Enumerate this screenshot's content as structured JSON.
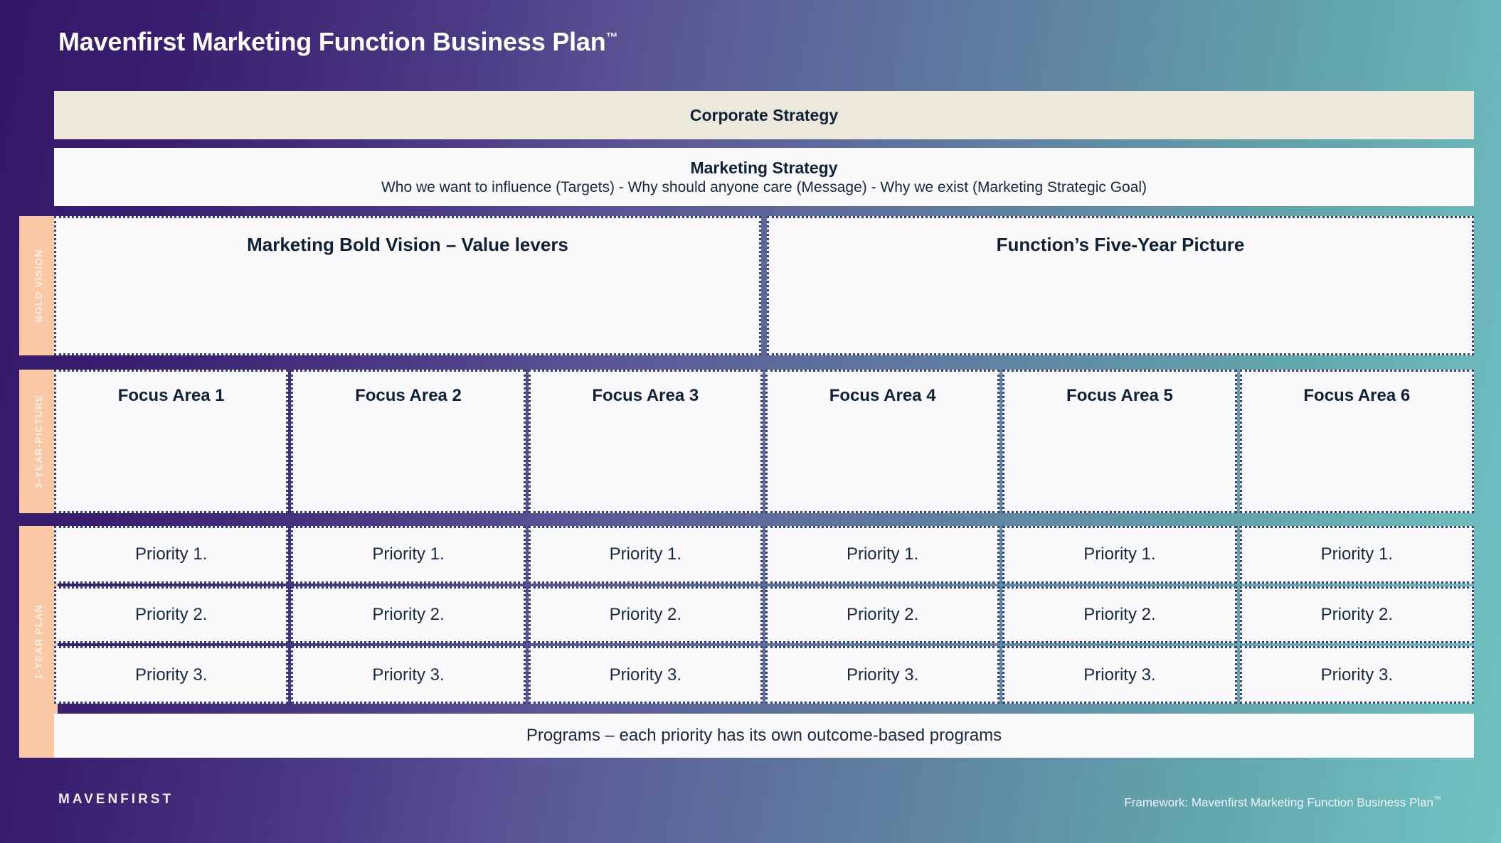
{
  "header": {
    "title": "Mavenfirst Marketing Function Business Plan",
    "trademark": "™"
  },
  "rails": [
    {
      "label": "BOLD VISION"
    },
    {
      "label": "3-YEAR-PICTURE"
    },
    {
      "label": "1-YEAR PLAN"
    }
  ],
  "corporate": {
    "label": "Corporate Strategy"
  },
  "marketing": {
    "title": "Marketing Strategy",
    "subtitle": "Who we want to influence (Targets) - Why should anyone care (Message) - Why we exist (Marketing Strategic Goal)"
  },
  "vision": {
    "cells": [
      {
        "heading": "Marketing Bold Vision – Value levers"
      },
      {
        "heading": "Function’s Five-Year Picture"
      }
    ]
  },
  "focus": {
    "cells": [
      {
        "heading": "Focus Area 1"
      },
      {
        "heading": "Focus Area 2"
      },
      {
        "heading": "Focus Area 3"
      },
      {
        "heading": "Focus Area 4"
      },
      {
        "heading": "Focus Area 5"
      },
      {
        "heading": "Focus Area 6"
      }
    ]
  },
  "plan": {
    "rows": [
      {
        "cells": [
          "Priority 1.",
          "Priority 1.",
          "Priority 1.",
          "Priority 1.",
          "Priority 1.",
          "Priority 1."
        ]
      },
      {
        "cells": [
          "Priority 2.",
          "Priority 2.",
          "Priority 2.",
          "Priority 2.",
          "Priority 2.",
          "Priority 2."
        ]
      },
      {
        "cells": [
          "Priority 3.",
          "Priority 3.",
          "Priority 3.",
          "Priority 3.",
          "Priority 3.",
          "Priority 3."
        ]
      }
    ]
  },
  "programs": {
    "label": "Programs – each priority has its own outcome-based programs"
  },
  "footer": {
    "logo": "MAVENFIRST",
    "credit": "Framework: Mavenfirst Marketing Function Business Plan",
    "credit_tm": "™"
  },
  "colors": {
    "gradient_start": "#331668",
    "gradient_end": "#71c3c2",
    "rail": "#fbc8a6",
    "corporate_band": "#ece8dc",
    "card": "#fafafc",
    "card_border": "#2f3f7a",
    "ink": "#0f2137"
  }
}
